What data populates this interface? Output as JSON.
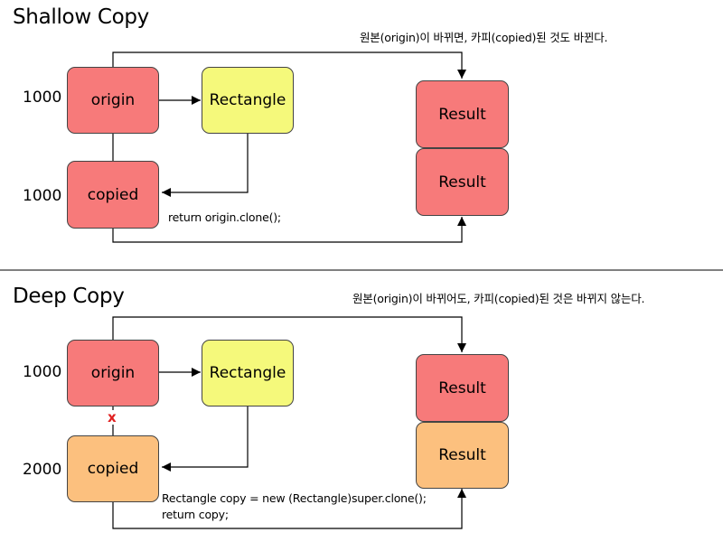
{
  "sections": [
    {
      "title": "Shallow Copy",
      "note": "원본(origin)이 바뀌면, 카피(copied)된 것도 바뀐다.",
      "origin": {
        "address": "1000",
        "label": "origin"
      },
      "copied": {
        "address": "1000",
        "label": "copied"
      },
      "rectangle_label": "Rectangle",
      "results": [
        "Result",
        "Result"
      ],
      "code": [
        "return origin.clone();"
      ],
      "link_broken": false
    },
    {
      "title": "Deep Copy",
      "note": "원본(origin)이 바뀌어도, 카피(copied)된 것은 바뀌지 않는다.",
      "origin": {
        "address": "1000",
        "label": "origin"
      },
      "copied": {
        "address": "2000",
        "label": "copied"
      },
      "rectangle_label": "Rectangle",
      "results": [
        "Result",
        "Result"
      ],
      "code": [
        "Rectangle copy = new (Rectangle)super.clone();",
        "return copy;"
      ],
      "link_broken": true,
      "broken_mark": "x"
    }
  ],
  "colors": {
    "origin": "#f77a7a",
    "rectangle": "#f5f97b",
    "copied_shallow": "#f77a7a",
    "copied_deep": "#fcc07e",
    "cross_mark": "#e02020"
  }
}
